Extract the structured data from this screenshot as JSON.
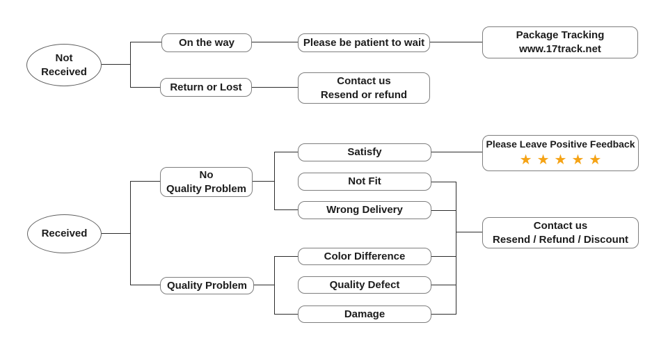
{
  "flowchart": {
    "colors": {
      "star": "#F5A315",
      "line": "#2b2b2b",
      "box_border": "#7d7d7d"
    },
    "not_received_tree": {
      "root_line1": "Not",
      "root_line2": "Received",
      "on_the_way": "On the way",
      "be_patient": "Please be patient to wait",
      "package_tracking_line1": "Package Tracking",
      "package_tracking_line2": "www.17track.net",
      "return_or_lost": "Return or Lost",
      "contact_line1": "Contact us",
      "contact_line2": "Resend or refund"
    },
    "received_tree": {
      "root": "Received",
      "no_quality_problem_line1": "No",
      "no_quality_problem_line2": "Quality Problem",
      "satisfy": "Satisfy",
      "not_fit": "Not Fit",
      "wrong_delivery": "Wrong Delivery",
      "feedback_title": "Please Leave Positive Feedback",
      "feedback_star_glyph": "★",
      "feedback_star_count": 5,
      "quality_problem": "Quality Problem",
      "color_difference": "Color Difference",
      "quality_defect": "Quality Defect",
      "damage": "Damage",
      "contact_line1": "Contact us",
      "contact_line2": "Resend / Refund / Discount"
    }
  }
}
